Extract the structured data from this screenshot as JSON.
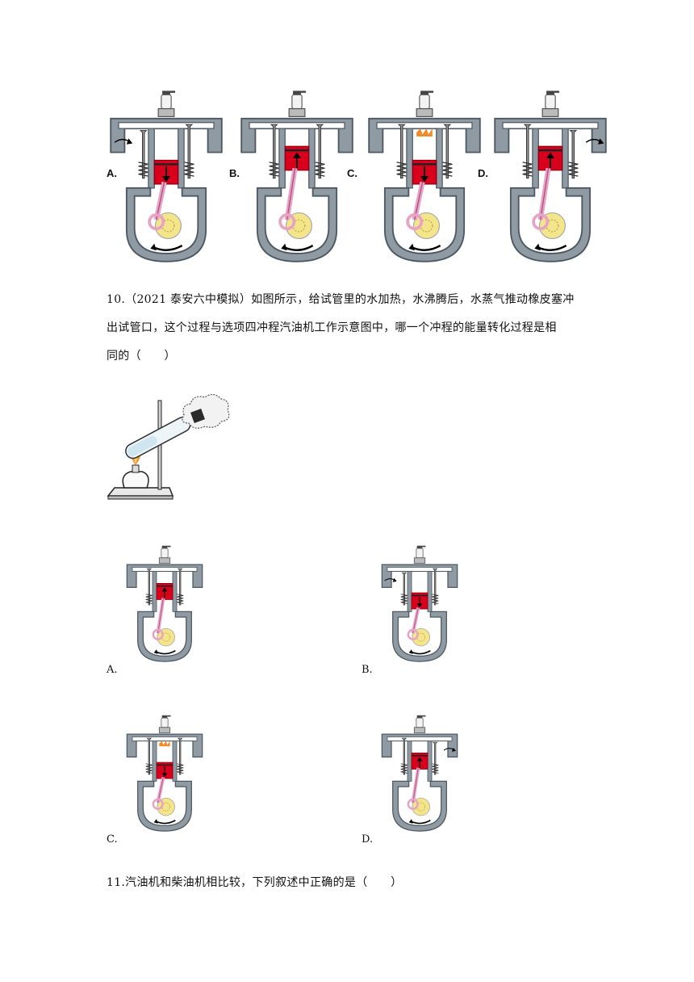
{
  "top_row": {
    "options": [
      {
        "label": "A.",
        "piston": "down",
        "intake": "open",
        "exhaust": "closed",
        "spark": false
      },
      {
        "label": "B.",
        "piston": "up",
        "intake": "closed",
        "exhaust": "closed",
        "spark": false
      },
      {
        "label": "C.",
        "piston": "down",
        "intake": "closed",
        "exhaust": "closed",
        "spark": true
      },
      {
        "label": "D.",
        "piston": "up",
        "intake": "closed",
        "exhaust": "open",
        "spark": false
      }
    ]
  },
  "q10": {
    "line1": "10.（2021 泰安六中模拟）如图所示，给试管里的水加热，水沸腾后，水蒸气推动橡皮塞冲",
    "line2": "出试管口，这个过程与选项四冲程汽油机工作示意图中，哪一个冲程的能量转化过程是相",
    "line3": "同的（　　）",
    "options": [
      {
        "label": "A.",
        "piston": "up",
        "intake": "closed",
        "exhaust": "closed",
        "spark": false
      },
      {
        "label": "B.",
        "piston": "down",
        "intake": "open",
        "exhaust": "closed",
        "spark": false
      },
      {
        "label": "C.",
        "piston": "down",
        "intake": "closed",
        "exhaust": "closed",
        "spark": true
      },
      {
        "label": "D.",
        "piston": "up",
        "intake": "closed",
        "exhaust": "open",
        "spark": false
      }
    ]
  },
  "q11": {
    "text": "11.汽油机和柴油机相比较，下列叙述中正确的是（　　）"
  },
  "colors": {
    "body_gray": "#8f9aa3",
    "body_dark": "#4c5963",
    "piston_red": "#d8001c",
    "rod_pink": "#e7a3c4",
    "crank_yellow": "#f4e58a",
    "spark_orange": "#f08a2a"
  }
}
